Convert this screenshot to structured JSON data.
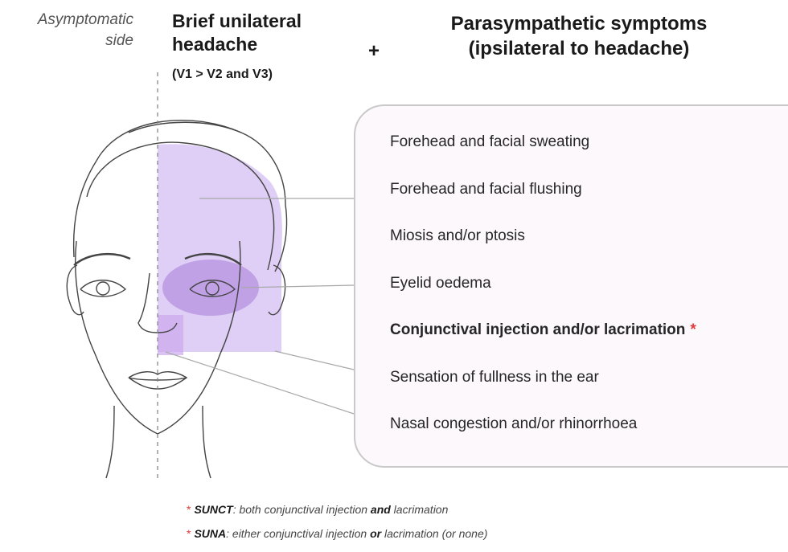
{
  "side_label": {
    "line1": "Asymptomatic",
    "line2": "side"
  },
  "headache": {
    "line1": "Brief unilateral",
    "line2": "headache",
    "sub": "(V1 > V2 and V3)"
  },
  "plus": "+",
  "parasympathetic": {
    "line1": "Parasympathetic symptoms",
    "line2": "(ipsilateral to headache)"
  },
  "symptoms": [
    {
      "label": "Forehead and facial sweating"
    },
    {
      "label": "Forehead and facial flushing"
    },
    {
      "label": "Miosis and/or ptosis"
    },
    {
      "label": "Eyelid oedema"
    },
    {
      "label": "Conjunctival injection and/or lacrimation",
      "marker": "*"
    },
    {
      "label": "Sensation of fullness in the ear"
    },
    {
      "label": "Nasal congestion and/or rhinorrhoea"
    }
  ],
  "footnotes": [
    {
      "star": "*",
      "name": "SUNCT",
      "text1": ": both conjunctival injection ",
      "emph": "and",
      "text2": " lacrimation"
    },
    {
      "star": "*",
      "name": "SUNA",
      "text1": ": either conjunctival injection ",
      "emph": "or",
      "text2": " lacrimation (or none)"
    }
  ],
  "colors": {
    "highlight": "#d7c2f2",
    "eye_glow": "#b48ee0",
    "marker": "#e23a3a",
    "box_fill": "#fdf8fc"
  }
}
